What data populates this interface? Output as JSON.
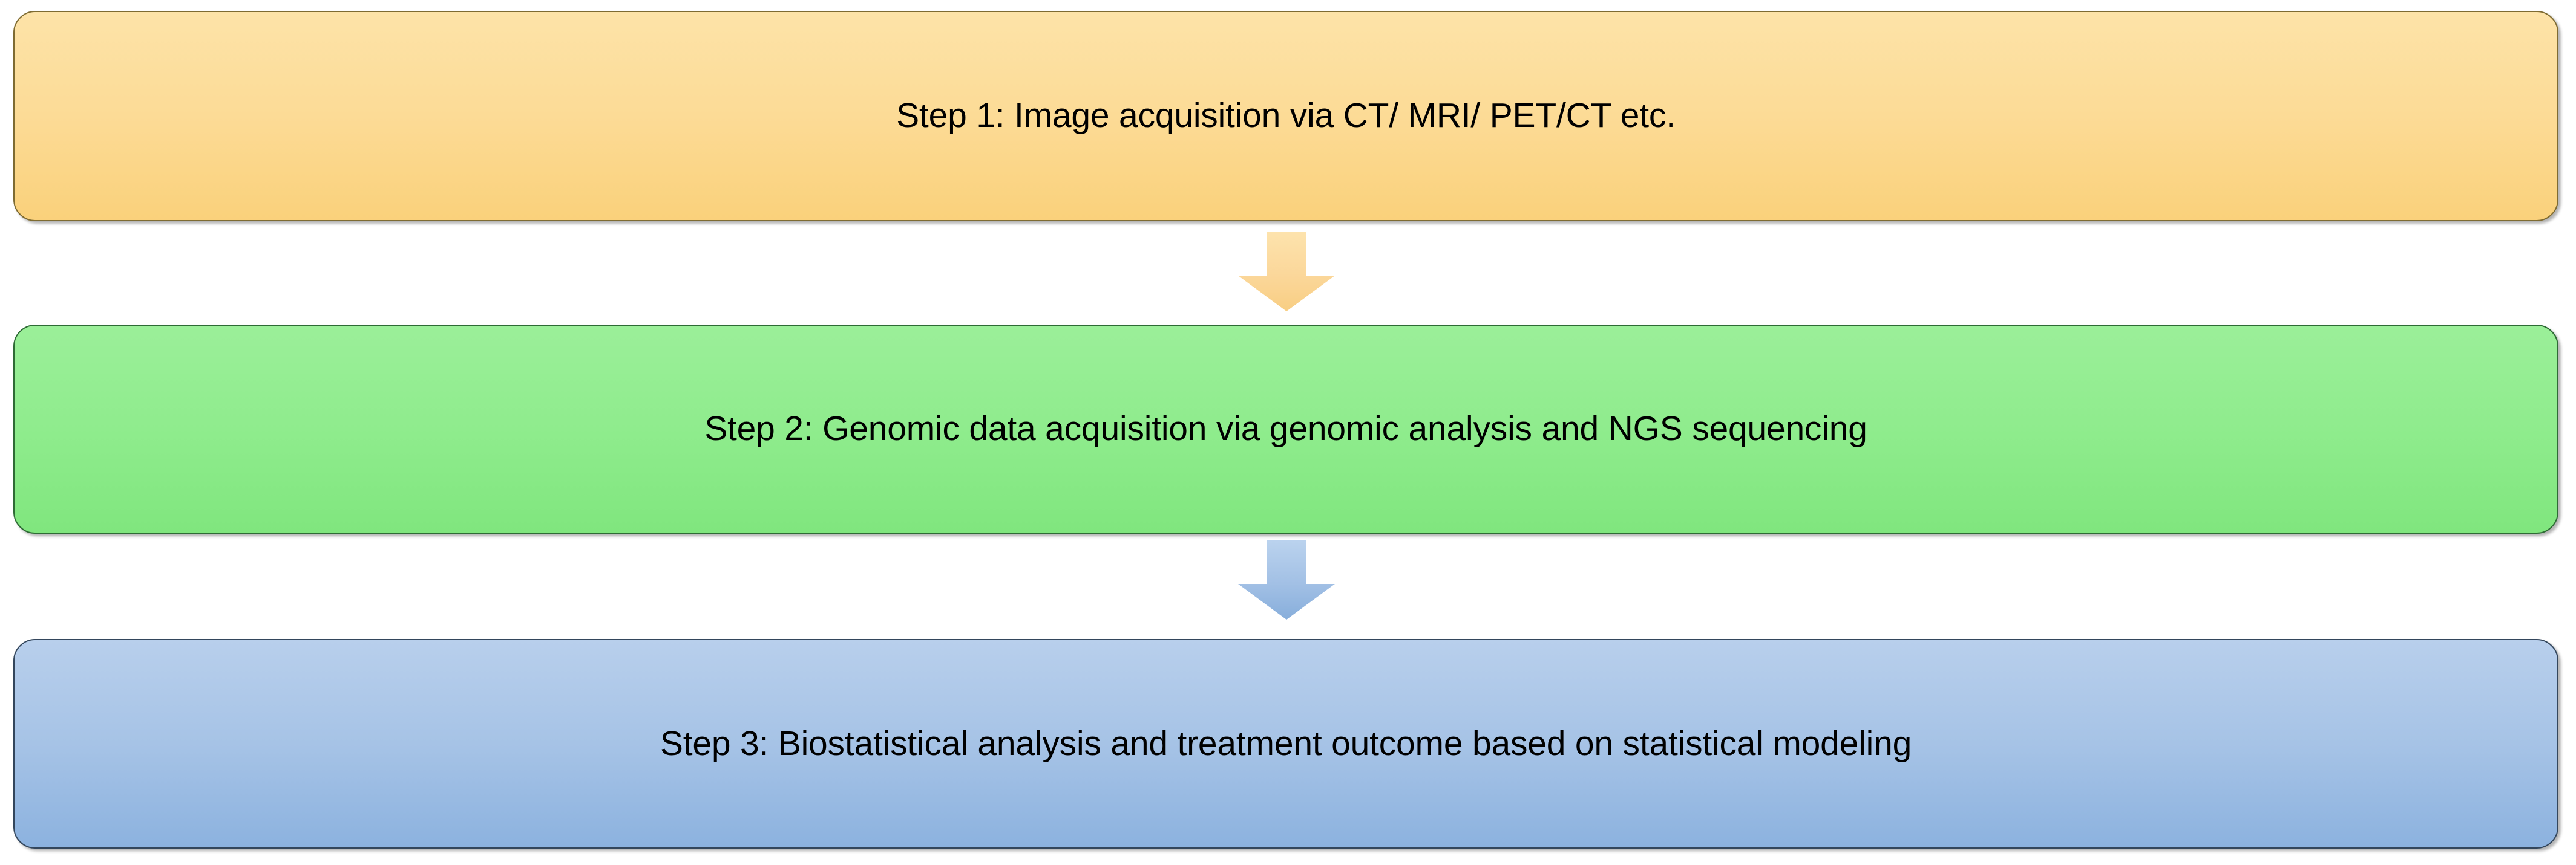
{
  "diagram": {
    "type": "vertical-flowchart",
    "orientation": "top-to-bottom",
    "background_color": "#FFFFFF",
    "steps": [
      {
        "id": "step-1",
        "label": "Step 1: Image acquisition via CT/ MRI/ PET/CT etc.",
        "fill_top": "#FDE3A8",
        "fill_bottom": "#FAD17B",
        "border_color": "#7E6B32",
        "text_color": "#000000"
      },
      {
        "id": "step-2",
        "label": "Step 2: Genomic data acquisition via genomic analysis and NGS sequencing",
        "fill_top": "#9BEF99",
        "fill_bottom": "#80E67E",
        "border_color": "#2E6B35",
        "text_color": "#000000"
      },
      {
        "id": "step-3",
        "label": "Step 3: Biostatistical analysis and treatment outcome based on statistical modeling",
        "fill_top": "#B8CFEC",
        "fill_bottom": "#8CB2DF",
        "border_color": "#33465C",
        "text_color": "#000000"
      }
    ],
    "connectors": [
      {
        "id": "arrow-1-to-2",
        "icon": "arrow-down-icon",
        "from": "step-1",
        "to": "step-2",
        "fill_top": "#FDE3AD",
        "fill_bottom": "#F8CE83"
      },
      {
        "id": "arrow-2-to-3",
        "icon": "arrow-down-icon",
        "from": "step-2",
        "to": "step-3",
        "fill_top": "#BBD3EE",
        "fill_bottom": "#87AEDB"
      }
    ]
  }
}
